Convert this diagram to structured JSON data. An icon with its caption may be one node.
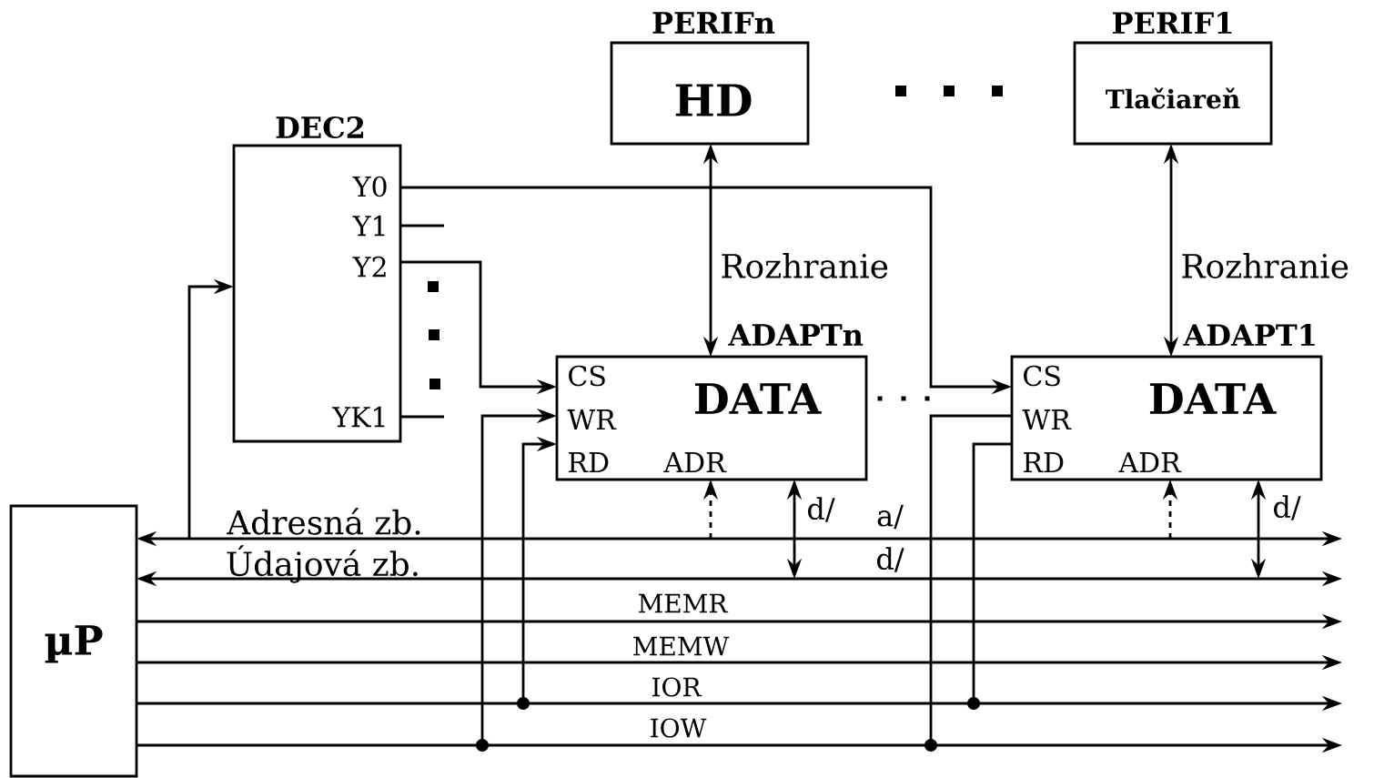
{
  "diagram": {
    "nodes": [
      {
        "text": [
          "µP"
        ]
      },
      {
        "text": [
          "DEC2",
          "Y0",
          "Y1",
          "Y2",
          "YK1"
        ]
      },
      {
        "text": [
          "PERIFn",
          "HD"
        ]
      },
      {
        "text": [
          "PERIF1",
          "Tlačiareň"
        ]
      },
      {
        "text": [
          "ADAPTn",
          "CS",
          "DATA",
          "WR",
          "RD",
          "ADR"
        ]
      },
      {
        "text": [
          "ADAPT1",
          "CS",
          "DATA",
          "WR",
          "RD",
          "ADR"
        ]
      }
    ],
    "edges": [
      {
        "from": 0,
        "to": null,
        "arrow": "both",
        "label": "Adresná zb."
      },
      {
        "from": 0,
        "to": null,
        "arrow": "both",
        "label": "Údajová zb."
      },
      {
        "from": 0,
        "to": null,
        "arrow": "to",
        "label": "MEMR"
      },
      {
        "from": 0,
        "to": null,
        "arrow": "to",
        "label": "MEMW"
      },
      {
        "from": 0,
        "to": null,
        "arrow": "to",
        "label": "IOR"
      },
      {
        "from": 0,
        "to": null,
        "arrow": "to",
        "label": "IOW"
      },
      {
        "from": null,
        "to": 1,
        "arrow": "to"
      },
      {
        "from": 1,
        "to": 4,
        "arrow": "to"
      },
      {
        "from": 1,
        "to": 5,
        "arrow": "to"
      },
      {
        "from": null,
        "to": 4,
        "arrow": "to"
      },
      {
        "from": null,
        "to": 4,
        "arrow": "to"
      },
      {
        "from": null,
        "to": 5,
        "arrow": "other"
      },
      {
        "from": null,
        "to": 5,
        "arrow": "other"
      },
      {
        "from": null,
        "to": 4,
        "arrow": "to",
        "style": "dashed"
      },
      {
        "from": null,
        "to": 4,
        "arrow": "both",
        "label": "d/"
      },
      {
        "from": null,
        "to": 5,
        "arrow": "to",
        "style": "dashed"
      },
      {
        "from": null,
        "to": 5,
        "arrow": "both",
        "label": "d/"
      },
      {
        "from": 2,
        "to": 4,
        "arrow": "both",
        "label": "Rozhranie"
      },
      {
        "from": 3,
        "to": 5,
        "arrow": "both",
        "label": "Rozhranie"
      },
      {
        "from": 1,
        "to": null,
        "arrow": "none"
      },
      {
        "from": 1,
        "to": null,
        "arrow": "none"
      }
    ],
    "labels": [
      "a/",
      "d/"
    ]
  }
}
